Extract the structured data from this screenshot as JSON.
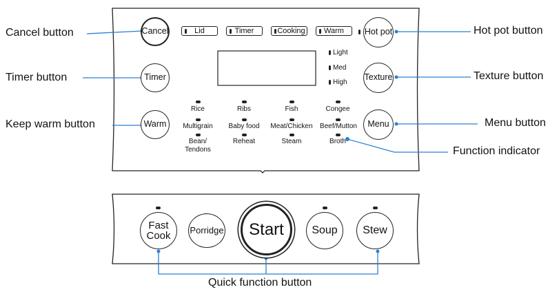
{
  "callouts": {
    "cancel": "Cancel button",
    "timer": "Timer button",
    "keep_warm": "Keep warm button",
    "hot_pot": "Hot pot button",
    "texture": "Texture button",
    "menu": "Menu button",
    "function_indicator": "Function indicator",
    "quick_function": "Quick function button"
  },
  "buttons": {
    "cancel": "Cancel",
    "timer": "Timer",
    "warm": "Warm",
    "hot_pot": "Hot pot",
    "texture": "Texture",
    "menu": "Menu"
  },
  "status_pills": [
    "Lid",
    "Timer",
    "Cooking",
    "Warm"
  ],
  "texture_levels": [
    "Light",
    "Med",
    "High"
  ],
  "functions": {
    "row1": [
      "Rice",
      "Ribs",
      "Fish",
      "Congee"
    ],
    "row2": [
      "Multigrain",
      "Baby food",
      "Meat/Chicken",
      "Beef/Mutton"
    ],
    "row3": [
      "Bean/\nTendons",
      "Reheat",
      "Steam",
      "Broth"
    ]
  },
  "quick_buttons": {
    "fast_cook": "Fast\nCook",
    "porridge": "Porridge",
    "start": "Start",
    "soup": "Soup",
    "stew": "Stew"
  }
}
